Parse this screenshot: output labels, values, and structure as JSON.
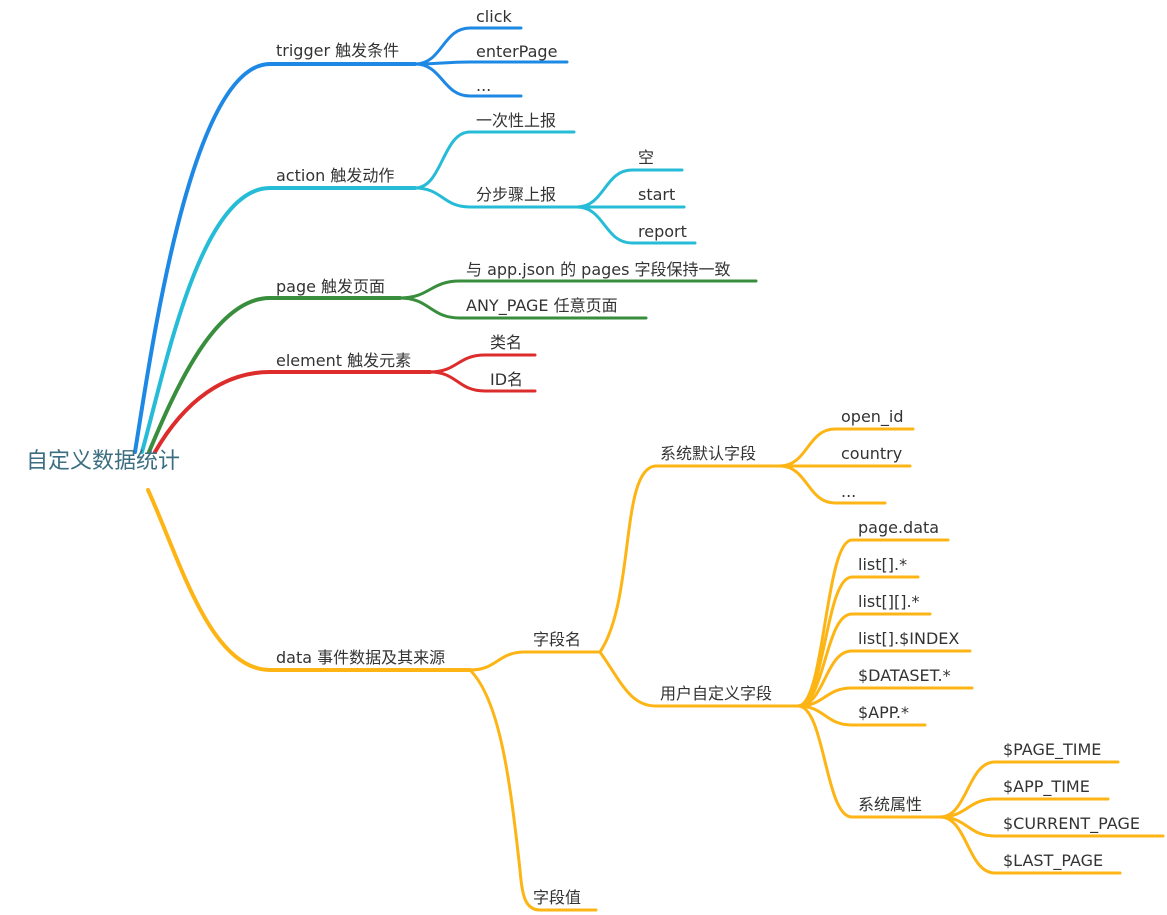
{
  "root": "自定义数据统计",
  "colors": {
    "trigger": "#1e88e5",
    "action": "#26bcd7",
    "page": "#388e3c",
    "element": "#dd2c2c",
    "data": "#fdb515",
    "root_text": "#3b6e80"
  },
  "branches": {
    "trigger": {
      "label": "trigger 触发条件",
      "children": [
        "click",
        "enterPage",
        "..."
      ]
    },
    "action": {
      "label": "action 触发动作",
      "once": "一次性上报",
      "step": {
        "label": "分步骤上报",
        "children": [
          "空",
          "start",
          "report"
        ]
      }
    },
    "page": {
      "label": "page 触发页面",
      "children": [
        "与 app.json 的 pages 字段保持一致",
        "ANY_PAGE 任意页面"
      ]
    },
    "element": {
      "label": "element 触发元素",
      "children": [
        "类名",
        "ID名"
      ]
    },
    "data": {
      "label": "data 事件数据及其来源",
      "field_name": {
        "label": "字段名",
        "system_default": {
          "label": "系统默认字段",
          "children": [
            "open_id",
            "country",
            "..."
          ]
        },
        "user_defined": {
          "label": "用户自定义字段",
          "children": [
            "page.data",
            "list[].*",
            "list[][].*",
            "list[].$INDEX",
            "$DATASET.*",
            "$APP.*"
          ],
          "system_props": {
            "label": "系统属性",
            "children": [
              "$PAGE_TIME",
              "$APP_TIME",
              "$CURRENT_PAGE",
              "$LAST_PAGE"
            ]
          }
        }
      },
      "field_value": "字段值"
    }
  }
}
